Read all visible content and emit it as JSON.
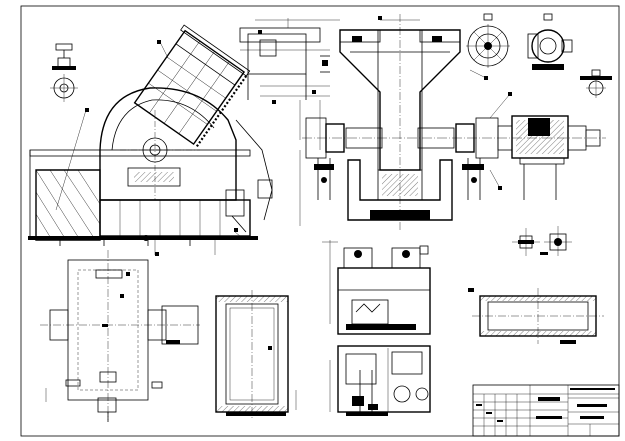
{
  "drawing": {
    "background": "#ffffff",
    "line_color": "#000000",
    "views": [
      "fan-front-elevation",
      "fan-side-elevation",
      "fan-top-view",
      "foundation-plan",
      "frame-plan",
      "lube-station-elevation",
      "lube-station-plan",
      "bearing-detail",
      "motor-detail",
      "title-block"
    ]
  }
}
